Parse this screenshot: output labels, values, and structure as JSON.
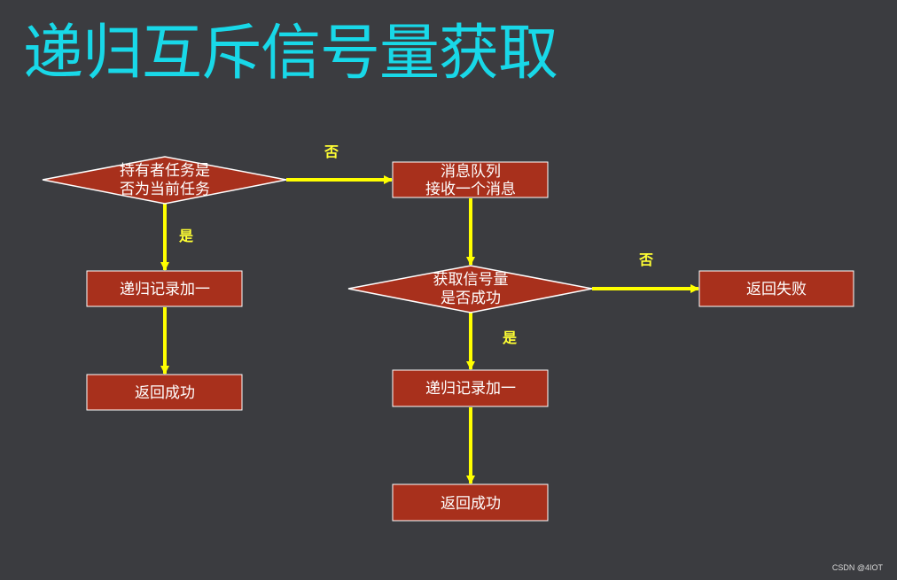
{
  "title": "递归互斥信号量获取",
  "colors": {
    "background": "#3b3c40",
    "title": "#18d8e8",
    "node_fill": "#a8301c",
    "node_border": "#ffffff",
    "arrow": "#ffff00",
    "edge_label": "#ffff33"
  },
  "nodes": {
    "check_owner": {
      "shape": "diamond",
      "line1": "持有者任务是",
      "line2": "否为当前任务"
    },
    "queue_receive": {
      "shape": "rect",
      "line1": "消息队列",
      "line2": "接收一个消息"
    },
    "recursion_inc_left": {
      "shape": "rect",
      "label": "递归记录加一"
    },
    "return_success_left": {
      "shape": "rect",
      "label": "返回成功"
    },
    "check_acquire": {
      "shape": "diamond",
      "line1": "获取信号量",
      "line2": "是否成功"
    },
    "return_fail": {
      "shape": "rect",
      "label": "返回失败"
    },
    "recursion_inc_right": {
      "shape": "rect",
      "label": "递归记录加一"
    },
    "return_success_right": {
      "shape": "rect",
      "label": "返回成功"
    }
  },
  "edges": {
    "owner_no": {
      "label": "否"
    },
    "owner_yes": {
      "label": "是"
    },
    "acquire_no": {
      "label": "否"
    },
    "acquire_yes": {
      "label": "是"
    }
  },
  "watermark": "CSDN @4IOT"
}
